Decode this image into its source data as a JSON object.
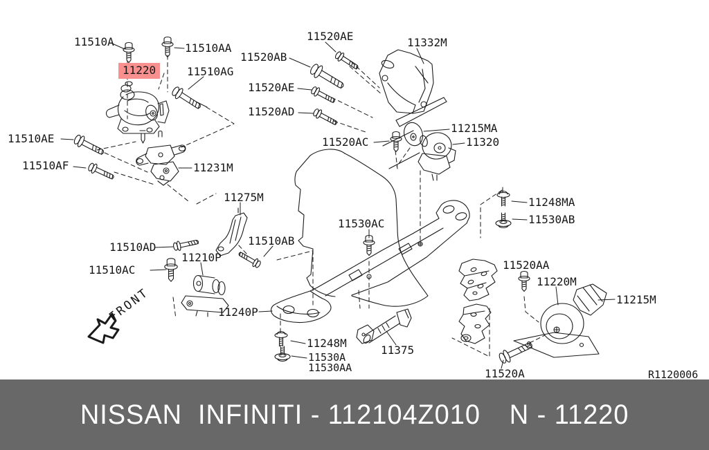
{
  "diagram": {
    "ref_code": "R1120006",
    "front_label": "FRONT",
    "highlighted_part": "11220",
    "highlight_color": "#f99090",
    "labels": {
      "p11510a": "11510A",
      "p11510aa": "11510AA",
      "p11220": "11220",
      "p11510ag": "11510AG",
      "p11520ae_top": "11520AE",
      "p11520ab": "11520AB",
      "p11332m": "11332M",
      "p11520ae_mid": "11520AE",
      "p11520ad": "11520AD",
      "p11520ac": "11520AC",
      "p11215ma": "11215MA",
      "p11320": "11320",
      "p11510ae": "11510AE",
      "p11510af": "11510AF",
      "p11231m": "11231M",
      "p11275m": "11275M",
      "p11510ad": "11510AD",
      "p11510ab": "11510AB",
      "p11210p": "11210P",
      "p11510ac": "11510AC",
      "p11530ac": "11530AC",
      "p11248ma": "11248MA",
      "p11530ab": "11530AB",
      "p11520aa": "11520AA",
      "p11220m": "11220M",
      "p11215m": "11215M",
      "p11240p": "11240P",
      "p11248m": "11248M",
      "p11530a": "11530A",
      "p11530aa": "11530AA",
      "p11375": "11375",
      "p11520a": "11520A"
    }
  },
  "footer": {
    "brand": "NISSAN  INFINITI",
    "separator": " - ",
    "part_number": "112104Z010",
    "catalog_ref": "N - 11220"
  }
}
